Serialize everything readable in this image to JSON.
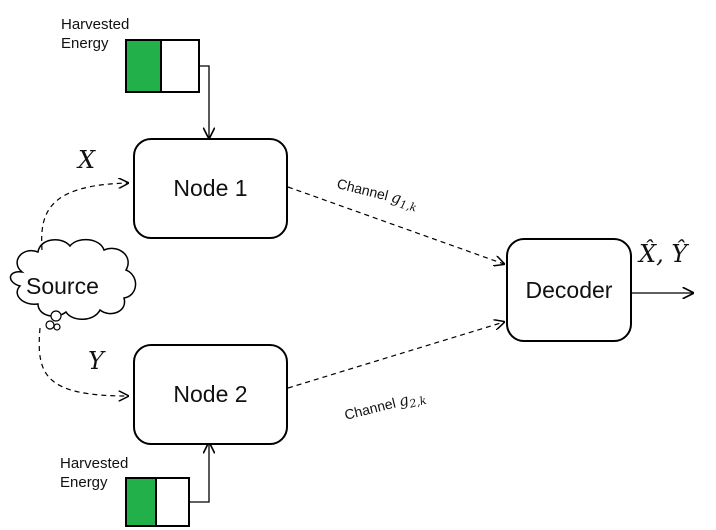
{
  "harvest_top": {
    "line1": "Harvested",
    "line2": "Energy"
  },
  "harvest_bottom": {
    "line1": "Harvested",
    "line2": "Energy"
  },
  "source": {
    "label": "Source"
  },
  "node1": {
    "label": "Node 1"
  },
  "node2": {
    "label": "Node 2"
  },
  "decoder": {
    "label": "Decoder"
  },
  "signal_x": {
    "label": "X"
  },
  "signal_y": {
    "label": "Y"
  },
  "output": {
    "label": "X̂, Ŷ"
  },
  "channel1": {
    "prefix": "Channel",
    "symbol": "g",
    "subscript": "1,k"
  },
  "channel2": {
    "prefix": "Channel",
    "symbol": "g",
    "subscript": "2,k"
  },
  "colors": {
    "battery_fill": "#22b04a",
    "stroke": "#000000"
  }
}
